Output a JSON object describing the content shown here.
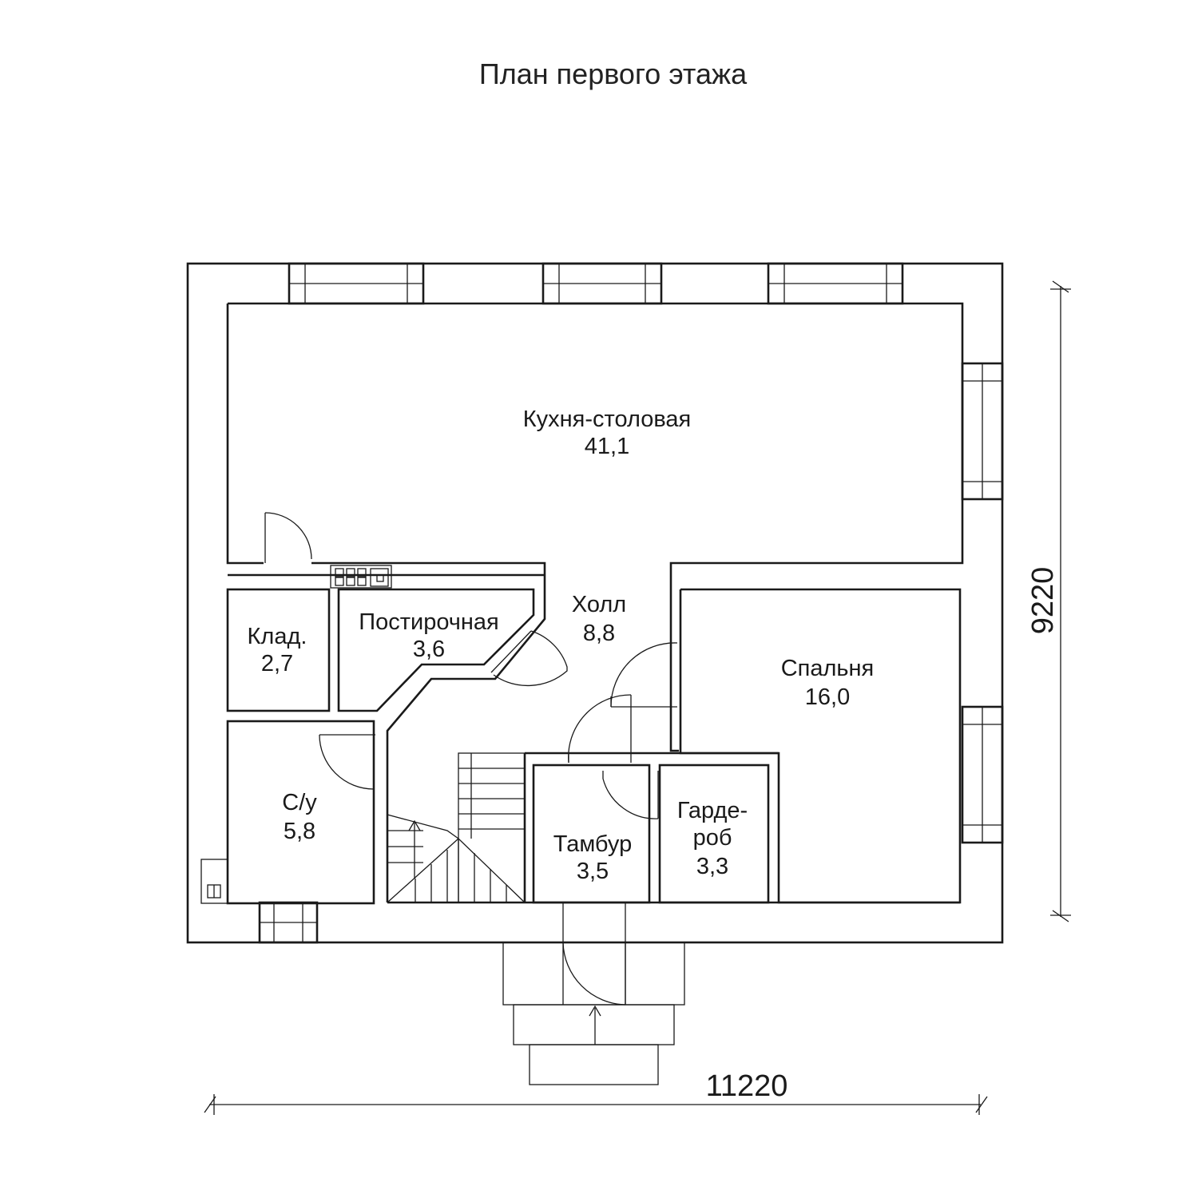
{
  "title": "План первого этажа",
  "rooms": [
    {
      "name": "Кухня-столовая",
      "area": "41,1"
    },
    {
      "name": "Клад.",
      "area": "2,7"
    },
    {
      "name": "Постирочная",
      "area": "3,6"
    },
    {
      "name": "Холл",
      "area": "8,8"
    },
    {
      "name": "Спальня",
      "area": "16,0"
    },
    {
      "name": "С/у",
      "area": "5,8"
    },
    {
      "name": "Тамбур",
      "area": "3,5"
    },
    {
      "name": "Гарде-",
      "name2": "роб",
      "area": "3,3"
    }
  ],
  "dimensions": {
    "width": "11220",
    "height": "9220"
  }
}
